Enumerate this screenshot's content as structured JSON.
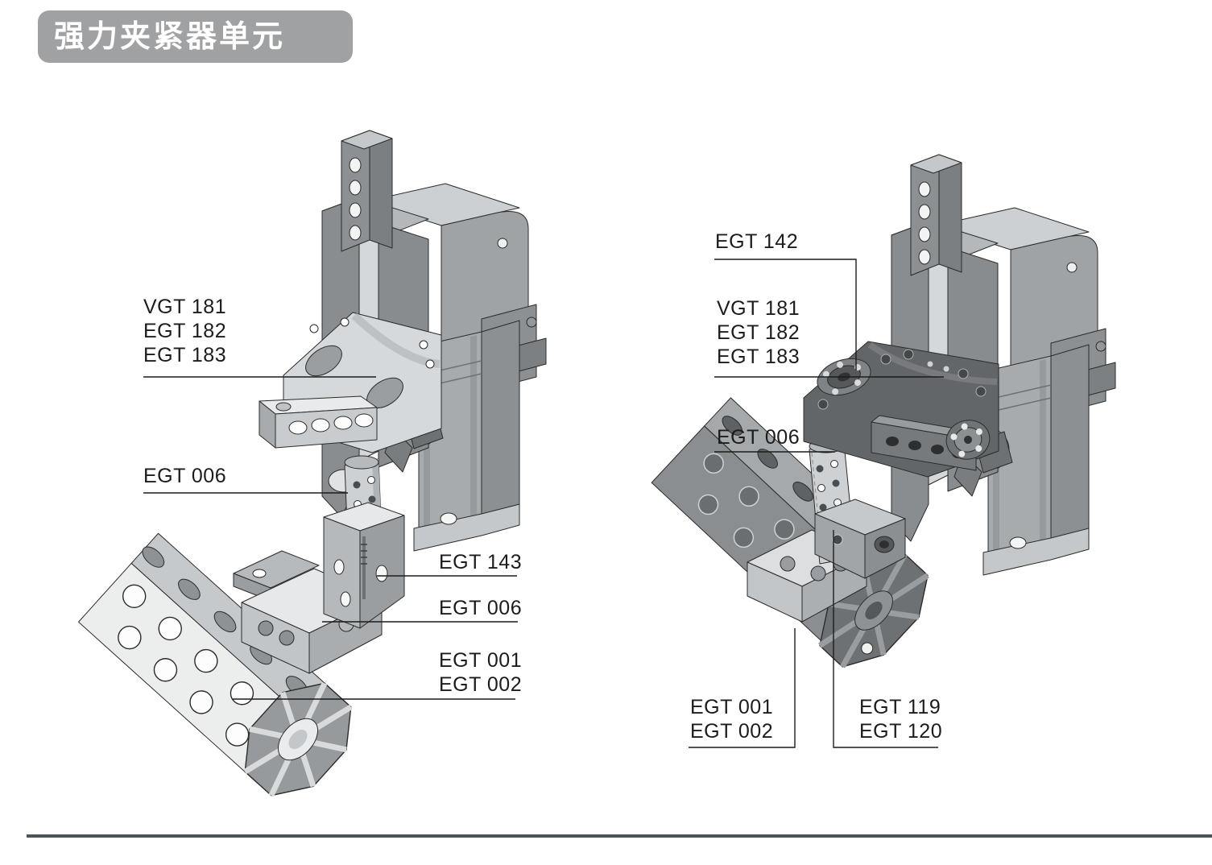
{
  "page": {
    "title": "强力夹紧器单元"
  },
  "colors": {
    "title_badge_bg": "#a0a1a2",
    "title_text": "#ffffff",
    "label_text": "#1c1c1c",
    "leader_line": "#1c1c1c",
    "divider": "#4c5356",
    "drawing_light": "#eceeee",
    "drawing_mid": "#a4a7a9",
    "drawing_dark": "#636668"
  },
  "left_diagram": {
    "label_vgt_group": [
      "VGT 181",
      "EGT 182",
      "EGT 183"
    ],
    "label_egt006_upper": "EGT 006",
    "label_egt143": "EGT 143",
    "label_egt006_lower": "EGT 006",
    "label_egt001_group": [
      "EGT 001",
      "EGT 002"
    ]
  },
  "right_diagram": {
    "label_egt142": "EGT 142",
    "label_vgt_group": [
      "VGT 181",
      "EGT 182",
      "EGT 183"
    ],
    "label_egt006": "EGT 006",
    "label_egt001_group": [
      "EGT 001",
      "EGT 002"
    ],
    "label_egt119_group": [
      "EGT 119",
      "EGT 120"
    ]
  }
}
